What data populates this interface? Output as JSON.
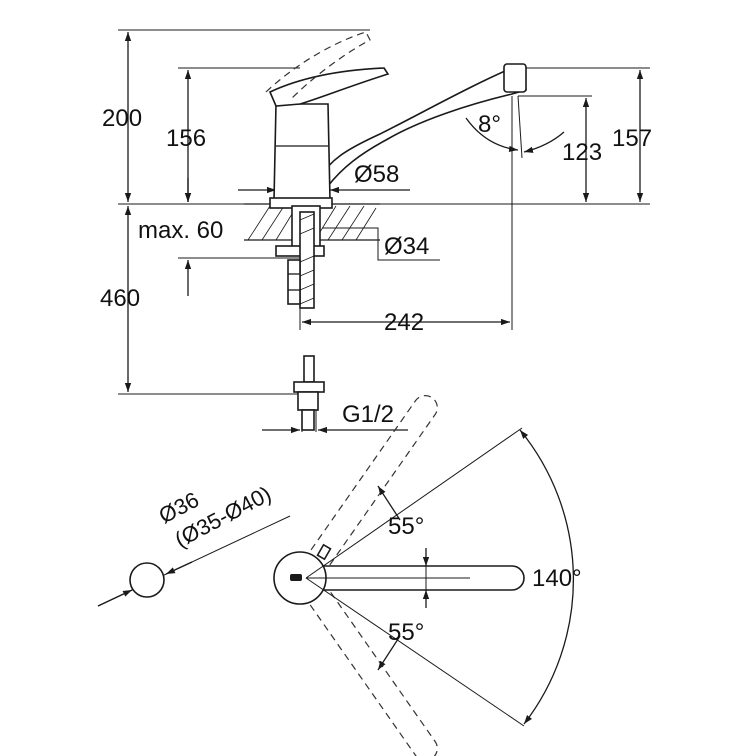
{
  "dimensions": {
    "overall_height": "200",
    "spout_outlet_height": "156",
    "tilt_angle": "8°",
    "outlet_clearance": "123",
    "top_height": "157",
    "base_diameter": "Ø58",
    "max_deck_thickness": "max. 60",
    "shank_diameter": "Ø34",
    "hose_length": "460",
    "spout_reach": "242",
    "thread": "G1/2"
  },
  "hole": {
    "diameter": "Ø36",
    "range": "(Ø35-Ø40)"
  },
  "rotation": {
    "upper_angle": "55°",
    "lower_angle": "55°",
    "total_angle": "140°"
  },
  "colors": {
    "line": "#1a1a1a",
    "background": "#ffffff"
  }
}
